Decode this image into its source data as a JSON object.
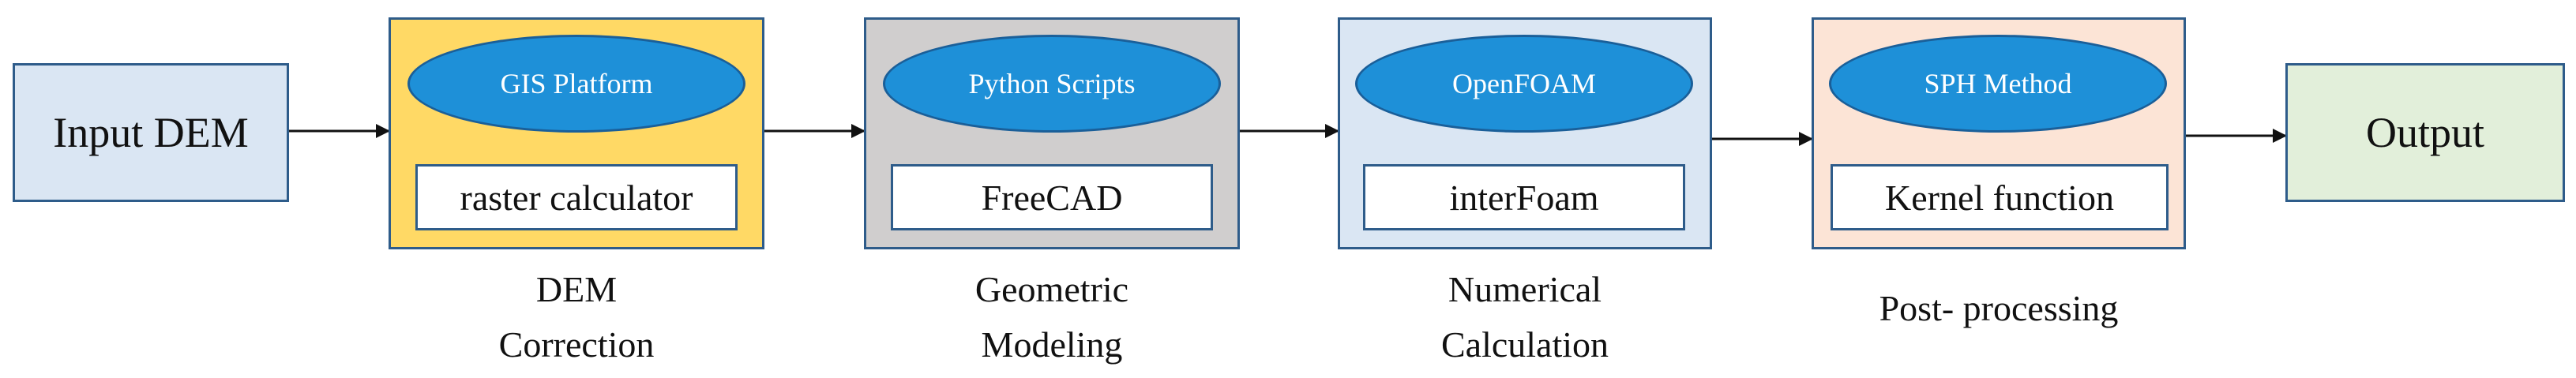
{
  "colors": {
    "input_fill": "#dae6f3",
    "output_fill": "#e2efda",
    "dem_correction_fill": "#ffd965",
    "geometric_modeling_fill": "#d0cece",
    "numerical_calculation_fill": "#dae6f3",
    "post_processing_fill": "#fce4d6",
    "ellipse_fill": "#1e90d8",
    "border": "#2e5c8a"
  },
  "diagram": {
    "input": {
      "label": "Input DEM"
    },
    "output": {
      "label": "Output"
    },
    "stages": [
      {
        "method": "GIS Platform",
        "tool": "raster calculator",
        "caption": "DEM\nCorrection"
      },
      {
        "method": "Python Scripts",
        "tool": "FreeCAD",
        "caption": "Geometric\nModeling"
      },
      {
        "method": "OpenFOAM",
        "tool": "interFoam",
        "caption": "Numerical\nCalculation"
      },
      {
        "method": "SPH Method",
        "tool": "Kernel function",
        "caption": "Post- processing"
      }
    ]
  }
}
